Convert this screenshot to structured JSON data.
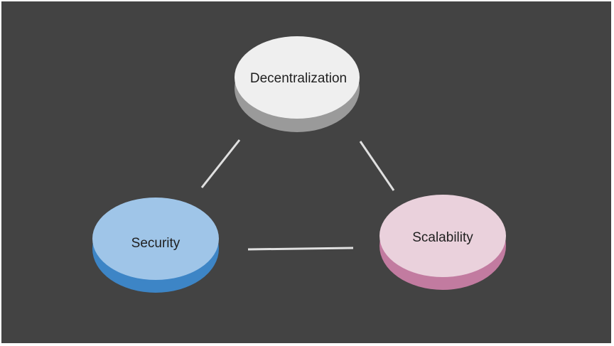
{
  "diagram": {
    "nodes": [
      {
        "id": "decentralization",
        "label": "Decentralization",
        "top_color": "#efefef",
        "side_color": "#9a9a9a"
      },
      {
        "id": "security",
        "label": "Security",
        "top_color": "#9fc5e8",
        "side_color": "#3d85c6"
      },
      {
        "id": "scalability",
        "label": "Scalability",
        "top_color": "#ead1dc",
        "side_color": "#c27ba0"
      }
    ],
    "edges": [
      {
        "from": "decentralization",
        "to": "security"
      },
      {
        "from": "decentralization",
        "to": "scalability"
      },
      {
        "from": "security",
        "to": "scalability"
      }
    ],
    "background_color": "#434343",
    "edge_color": "#e0e0e0"
  }
}
